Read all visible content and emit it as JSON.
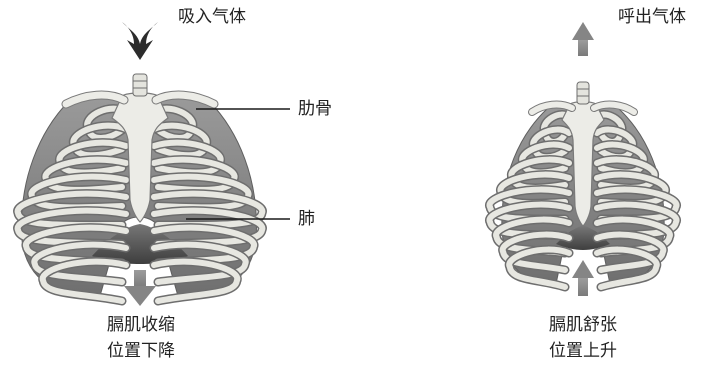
{
  "left_panel": {
    "inhale_label": "吸入气体",
    "rib_label": "肋骨",
    "lung_label": "肺",
    "caption_line1": "膈肌收缩",
    "caption_line2": "位置下降",
    "inhale_arrow_icon": "curved-down-arrow-icon",
    "diaphragm_arrow_icon": "arrow-down-icon"
  },
  "right_panel": {
    "exhale_label": "呼出气体",
    "caption_line1": "膈肌舒张",
    "caption_line2": "位置上升",
    "exhale_arrow_icon": "arrow-up-icon",
    "diaphragm_arrow_icon": "arrow-up-icon"
  },
  "colors": {
    "bone": "#e7e7e1",
    "bone_stroke": "#6e6e6e",
    "lung_tissue": "#8c8c8c",
    "diaphragm": "#555555",
    "arrow": "#8e8e8e",
    "pointer_line": "#1a1a1a"
  }
}
